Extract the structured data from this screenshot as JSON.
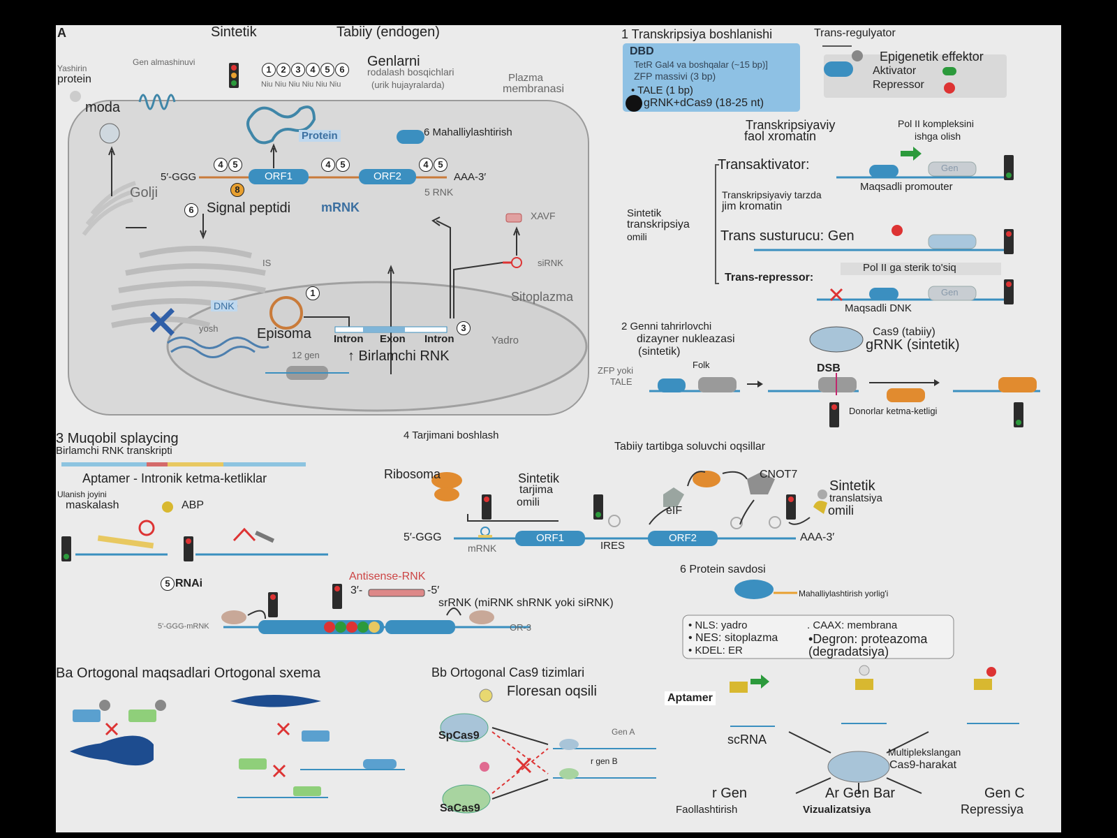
{
  "panelA": {
    "letter": "A",
    "sintetik": "Sintetik",
    "tabiiy": "Tabiiy (endogen)",
    "gen_almashinuvi": "Gen almashinuvi",
    "genlarni": "Genlarni",
    "steps": [
      "1",
      "2",
      "3",
      "4",
      "5",
      "6"
    ],
    "niu_row": "Niu Niu Niu Niu Niu Niu",
    "rodalash": "rodalash bosqichlari",
    "urik": "(urik hujayralarda)",
    "yashirin": "Yashirin",
    "protein_left": "protein",
    "moda": "moda",
    "plazma": "Plazma",
    "membranasi": "membranasi",
    "protein_label": "Protein",
    "mahalliy": "6 Mahalliylashtirish",
    "five_ggg": "5′-GGG",
    "orf1": "ORF1",
    "orf2": "ORF2",
    "aaa3": "AAA-3′",
    "five_rnk": "5 RNK",
    "golji": "Golji",
    "signal_peptidi": "Signal peptidi",
    "mrnk": "mRNK",
    "xavf": "XAVF",
    "is_label": "IS",
    "sirnk": "siRNK",
    "sitoplazma": "Sitoplazma",
    "dnk": "DNK",
    "yosh": "yosh",
    "episoma": "Episoma",
    "intron1": "Intron",
    "exon": "Exon",
    "intron2": "Intron",
    "yadro": "Yadro",
    "gen12": "12 gen",
    "birlamchi": "↑ Birlamchi RNK"
  },
  "panel1": {
    "title": "1 Transkripsiya boshlanishi",
    "trans_regulyator": "Trans-regulyator",
    "dbd": "DBD",
    "tetr": "TetR Gal4 va boshqalar (~15 bp)]",
    "zfp": "ZFP massivi (3 bp)",
    "tale": "• TALE (1 bp)",
    "grnk": "gRNK+dCas9 (18-25 nt)",
    "epigenetik": "Epigenetik effektor",
    "aktivator": "Aktivator",
    "repressor": "Repressor",
    "faol1": "Transkripsiyaviy",
    "faol2": "faol xromatin",
    "pol2_1": "Pol II kompleksini",
    "pol2_2": "ishga olish",
    "transaktivator": "Transaktivator:",
    "gen": "Gen",
    "maqsadli_promouter": "Maqsadli promouter",
    "jim1": "Transkripsiyaviy tarzda",
    "jim2": "jim kromatin",
    "sint1": "Sintetik",
    "sint2": "transkripsiya",
    "sint3": "omili",
    "trans_susturucu": "Trans susturucu: Gen",
    "pol_sterik": "Pol II ga sterik to'siq",
    "trans_repressor": "Trans-repressor:",
    "gen2": "Gen",
    "maqsadli_dnk": "Maqsadli DNK"
  },
  "panel2": {
    "title": "2 Genni tahrirlovchi",
    "dizayner1": "dizayner nukleazasi",
    "dizayner2": "(sintetik)",
    "cas9": "Cas9 (tabiiy)",
    "grnk": "gRNK (sintetik)",
    "zfp1": "ZFP yoki",
    "zfp2": "TALE",
    "folk": "Folk",
    "dsb": "DSB",
    "donor": "Donorlar ketma-ketligi"
  },
  "panel3": {
    "title": "3 Muqobil splaycing",
    "subtitle": "Birlamchi RNK transkripti",
    "aptamer": "Aptamer - Intronik ketma-ketliklar",
    "ulanish": "Ulanish joyini",
    "maskalash": "maskalash",
    "abp": "ABP"
  },
  "panel4": {
    "title": "4 Tarjimani boshlash",
    "tabiiy_tartib": "Tabiiy tartibga soluvchi oqsillar",
    "ribosoma": "Ribosoma",
    "sint_tarjima1": "Sintetik",
    "sint_tarjima2": "tarjima",
    "sint_tarjima3": "omili",
    "cnot7": "CNOT7",
    "sint_trans1": "Sintetik",
    "sint_trans2": "translatsiya",
    "sint_trans3": "omili",
    "eif": "eIF",
    "five_ggg": "5′-GGG",
    "orf1": "ORF1",
    "ires": "IRES",
    "orf2": "ORF2",
    "aaa3": "AAA-3′",
    "mrnk": "mRNK"
  },
  "panel5": {
    "number": "5",
    "title": "RNAi",
    "antisense": "Antisense-RNK",
    "three": "3′-",
    "five": "-5′",
    "srrnk": "srRNK (miRNK shRNK yoki siRNK)",
    "ggg_mrnk": "5'-GGG-mRNK",
    "or3": "OR-3"
  },
  "panel6": {
    "title": "6 Protein savdosi",
    "yorliq": "Mahalliylashtirish yorlig'i",
    "nls": "• NLS: yadro",
    "nes": "• NES: sitoplazma",
    "kdel": "• KDEL: ER",
    "caax": ". CAAX: membrana",
    "degron": "•Degron: proteazoma",
    "degradatsiya": "(degradatsiya)"
  },
  "panelB": {
    "ba_title": "Ba Ortogonal maqsadlari Ortogonal sxema",
    "bb_title": "Bb Ortogonal Cas9 tizimlari",
    "floresan": "Floresan oqsili",
    "spcas9": "SpCas9",
    "sacas9": "SaCas9",
    "gen_a": "Gen A",
    "gen_b": "r gen B",
    "aptamer": "Aptamer",
    "scrna": "scRNA",
    "multipleks1": "Multiplekslangan",
    "multipleks2": "Cas9-harakat",
    "r_gen": "r Gen",
    "ar_gen_bar": "Ar Gen Bar",
    "gen_c": "Gen C",
    "faollashtirish": "Faollashtirish",
    "vizualizatsiya": "Vizualizatsiya",
    "repressiya": "Repressiya"
  },
  "colors": {
    "background": "#ebebeb",
    "frame": "#000000",
    "orf_blue": "#3b8fc0",
    "dna_line": "#3a8fbf",
    "tl_red": "#d33",
    "tl_green": "#2c9a3c"
  }
}
